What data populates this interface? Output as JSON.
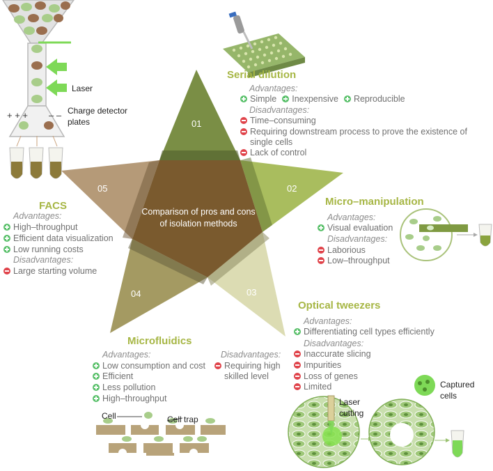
{
  "center_text": "Comparison of pros and cons of isolation methods",
  "advantages_label": "Advantages:",
  "disadvantages_label": "Disadvantages:",
  "points": [
    {
      "number": "01",
      "color": "#7a8e45"
    },
    {
      "number": "02",
      "color": "#a9bd5e"
    },
    {
      "number": "03",
      "color": "#d9d9ad"
    },
    {
      "number": "04",
      "color": "#a49a62"
    },
    {
      "number": "05",
      "color": "#b59a78"
    }
  ],
  "serial_dilution": {
    "title": "Serial dilution",
    "advantages": [
      "Simple",
      "Inexpensive",
      "Reproducible"
    ],
    "disadvantages": [
      "Time–consuming",
      "Requiring downstream process to prove the existence of",
      "single cells",
      "Lack of control"
    ]
  },
  "micromanipulation": {
    "title": "Micro–manipulation",
    "advantages": [
      "Visual evaluation"
    ],
    "disadvantages": [
      "Laborious",
      "Low–throughput"
    ]
  },
  "optical_tweezers": {
    "title": "Optical tweezers",
    "advantages": [
      "Differentiating cell types efficiently"
    ],
    "disadvantages": [
      "Inaccurate slicing",
      "Impurities",
      "Loss of genes",
      "Limited"
    ]
  },
  "microfluidics": {
    "title": "Microfluidics",
    "advantages": [
      "Low consumption and cost",
      "Efficient",
      "Less pollution",
      "High–throughput"
    ],
    "disadvantages": [
      "Requiring high",
      "skilled level"
    ]
  },
  "facs": {
    "title": "FACS",
    "advantages": [
      "High–throughput",
      "Efficient data visualization",
      "Low running costs"
    ],
    "disadvantages": [
      "Large starting volume"
    ]
  },
  "illustration_labels": {
    "laser": "Laser",
    "charge_detector": "Charge detector",
    "plates": "plates",
    "cell": "Cell",
    "cell_trap": "Cell trap",
    "laser_cutting_1": "Laser",
    "laser_cutting_2": "cutting",
    "captured_1": "Captured",
    "captured_2": "cells"
  },
  "colors": {
    "title_green": "#a6b644",
    "advantage_icon": "#59c06a",
    "disadvantage_icon": "#e0434a",
    "cell_green": "#8fbf6a",
    "cell_brown": "#9a6e4e"
  }
}
